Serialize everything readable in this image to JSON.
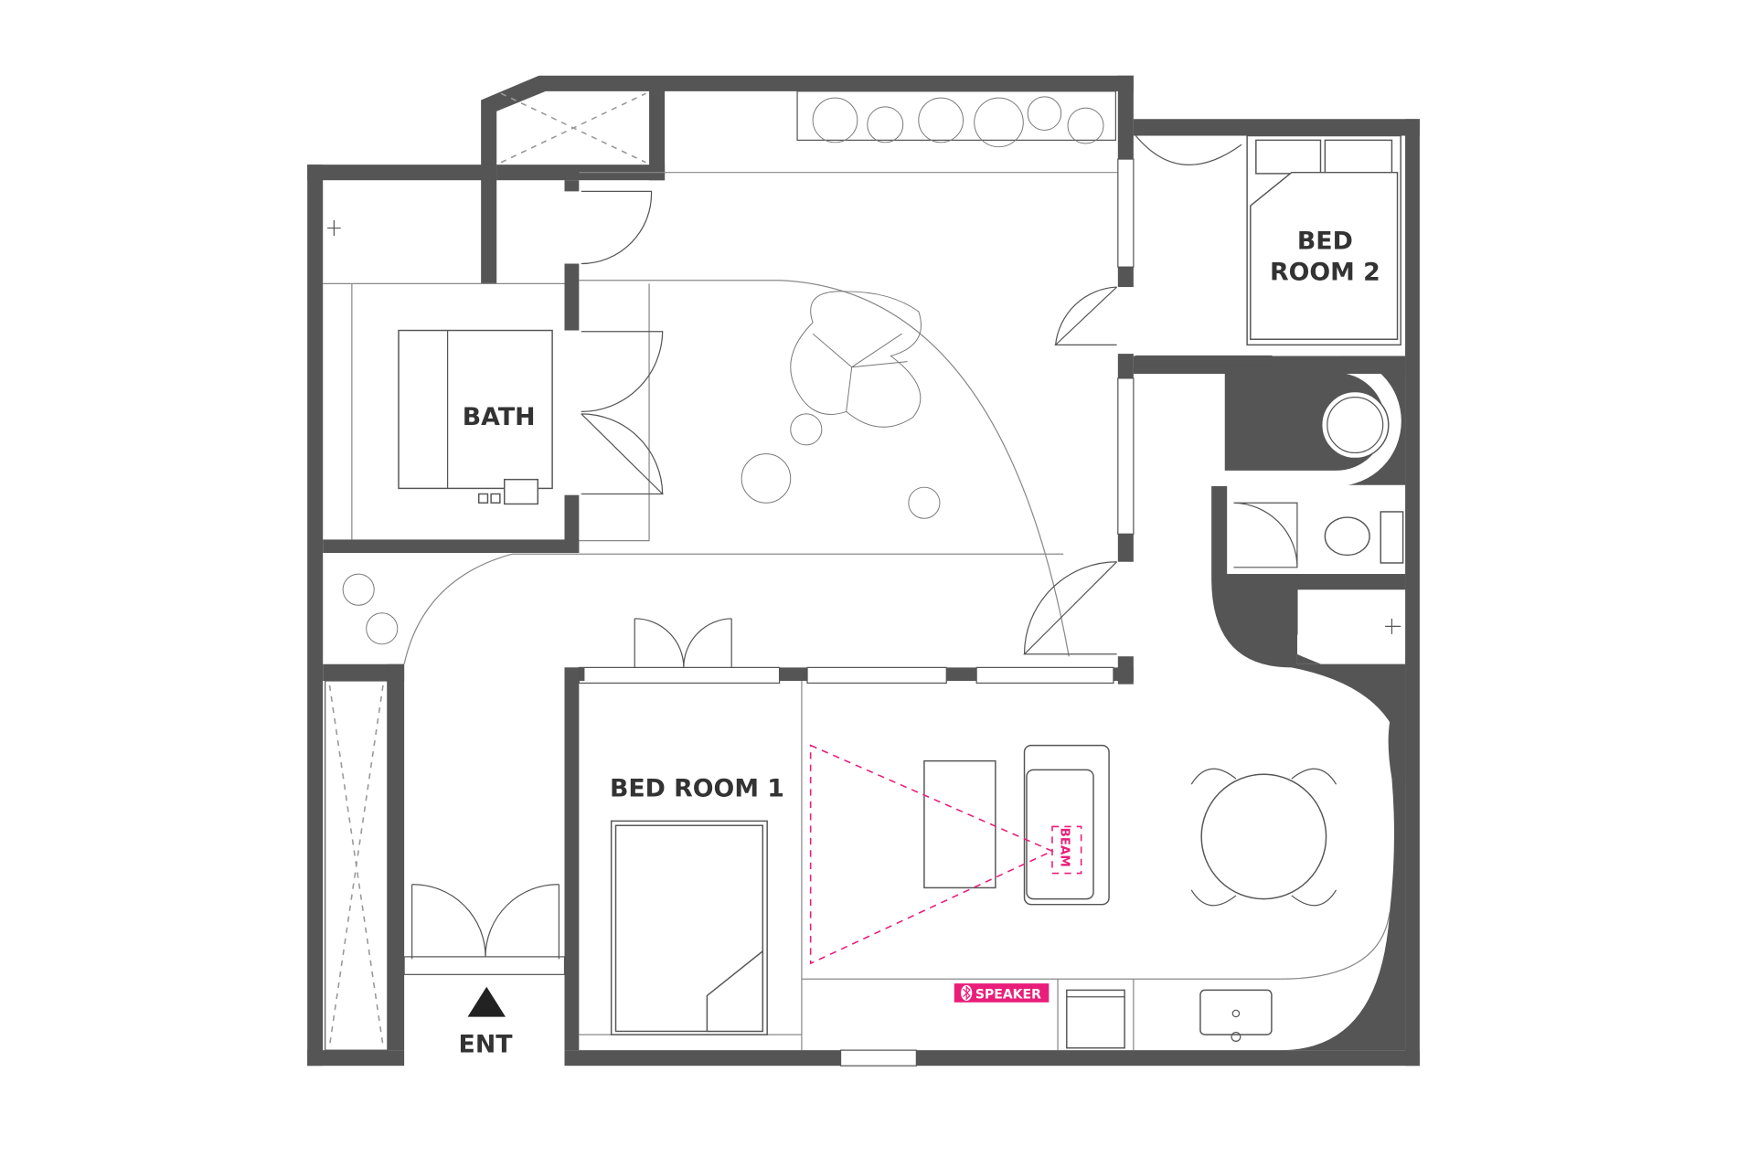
{
  "rooms": {
    "bedroom2": [
      "BED",
      "ROOM 2"
    ],
    "bath": "BATH",
    "bedroom1": "BED ROOM 1",
    "entrance": "ENT"
  },
  "devices": {
    "speaker": "SPEAKER",
    "beam": "BEAM"
  },
  "colors": {
    "wall": "#555555",
    "accent": "#E91E7A"
  }
}
